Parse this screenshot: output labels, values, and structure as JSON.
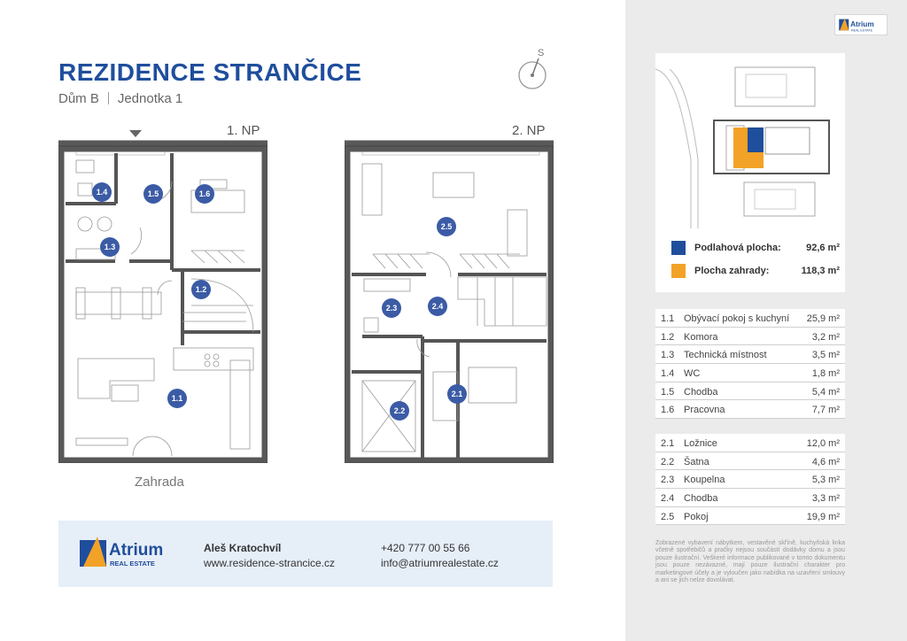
{
  "title": "REZIDENCE STRANČICE",
  "subtitle": {
    "house": "Dům B",
    "unit": "Jednotka 1"
  },
  "compass_label": "S",
  "floors": {
    "ground": "1. NP",
    "upper": "2. NP"
  },
  "garden_label": "Zahrada",
  "rooms_ground_badges": [
    "1.1",
    "1.2",
    "1.3",
    "1.4",
    "1.5",
    "1.6"
  ],
  "rooms_upper_badges": [
    "2.1",
    "2.2",
    "2.3",
    "2.4",
    "2.5"
  ],
  "legend": {
    "floor_label": "Podlahová plocha:",
    "floor_value": "92,6 m²",
    "floor_color": "#1f4e9c",
    "garden_label": "Plocha zahrady:",
    "garden_value": "118,3 m²",
    "garden_color": "#f2a227"
  },
  "rooms_ground": [
    {
      "no": "1.1",
      "name": "Obývací pokoj s kuchyní",
      "area": "25,9 m²"
    },
    {
      "no": "1.2",
      "name": "Komora",
      "area": "3,2 m²"
    },
    {
      "no": "1.3",
      "name": "Technická místnost",
      "area": "3,5 m²"
    },
    {
      "no": "1.4",
      "name": "WC",
      "area": "1,8 m²"
    },
    {
      "no": "1.5",
      "name": "Chodba",
      "area": "5,4 m²"
    },
    {
      "no": "1.6",
      "name": "Pracovna",
      "area": "7,7 m²"
    }
  ],
  "rooms_upper": [
    {
      "no": "2.1",
      "name": "Ložnice",
      "area": "12,0 m²"
    },
    {
      "no": "2.2",
      "name": "Šatna",
      "area": "4,6 m²"
    },
    {
      "no": "2.3",
      "name": "Koupelna",
      "area": "5,3 m²"
    },
    {
      "no": "2.4",
      "name": "Chodba",
      "area": "3,3 m²"
    },
    {
      "no": "2.5",
      "name": "Pokoj",
      "area": "19,9 m²"
    }
  ],
  "contact": {
    "name": "Aleš Kratochvíl",
    "web": "www.residence-strancice.cz",
    "phone": "+420 777 00 55 66",
    "email": "info@atriumrealestate.cz"
  },
  "brand": {
    "name": "Atrium",
    "tagline": "REAL ESTATE"
  },
  "disclaimer": "Zobrazené vybavení nábytkem, vestavěné skříně, kuchyňská linka včetně spotřebičů a pračky nejsou součástí dodávky domu a jsou pouze ilustrační. Veškeré informace publikované v tomto dokumentu jsou pouze nezávazné, mají pouze ilustrační charakter pro marketingové účely a je vyloučen jako nabídka na uzavření smlouvy a ani se jich nelze dovolávat."
}
